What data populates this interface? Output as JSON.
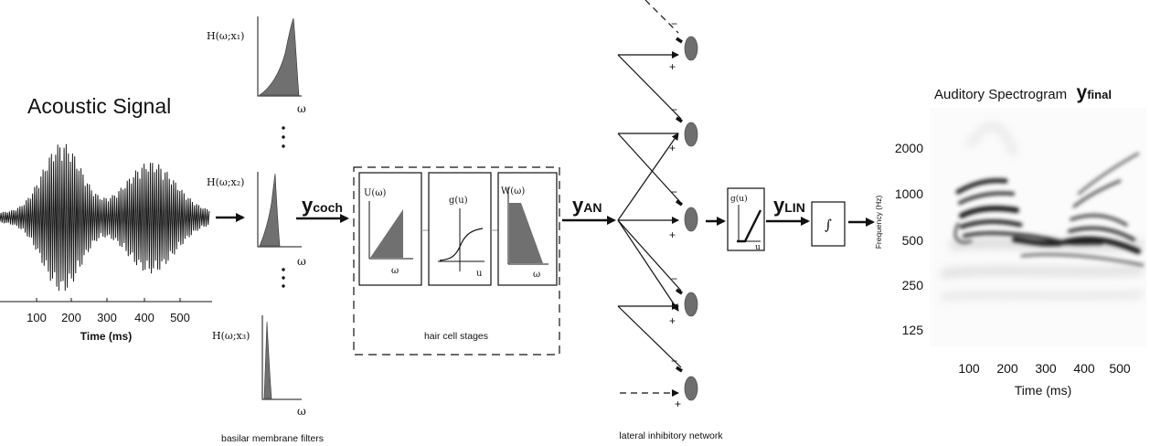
{
  "acoustic": {
    "title": "Acoustic Signal",
    "ticks": [
      "100",
      "200",
      "300",
      "400",
      "500"
    ],
    "xlabel": "Time (ms)"
  },
  "filters": {
    "labels": [
      "H(ω;x₁)",
      "H(ω;x₂)",
      "H(ω;x₃)"
    ],
    "omega": "ω",
    "caption": "basilar membrane filters"
  },
  "signals": {
    "coch_main": "y",
    "coch_sub": "coch",
    "an_main": "y",
    "an_sub": "AN",
    "lin_main": "y",
    "lin_sub": "LIN",
    "final_main": "y",
    "final_sub": "final"
  },
  "hair_cell": {
    "caption": "hair cell stages",
    "stage1_label": "U(ω)",
    "stage1_axis": "ω",
    "stage2_label": "g(u)",
    "stage2_axis": "u",
    "stage3_label": "W(ω)",
    "stage3_axis": "ω"
  },
  "lateral": {
    "caption": "lateral inhibitory network",
    "minus": "−",
    "plus": "+"
  },
  "rectifier": {
    "label": "g(u)",
    "axis": "u"
  },
  "integrator": {
    "symbol": "∫"
  },
  "spectrogram": {
    "title": "Auditory Spectrogram",
    "ylabel": "Frequency (Hz)",
    "yticks": [
      "2000",
      "1000",
      "500",
      "250",
      "125"
    ],
    "xticks": [
      "100",
      "200",
      "300",
      "400",
      "500"
    ],
    "xlabel": "Time (ms)"
  },
  "colors": {
    "filter_fill": "#707070",
    "neuron_fill": "#6e6e6e",
    "ink": "#111111"
  }
}
